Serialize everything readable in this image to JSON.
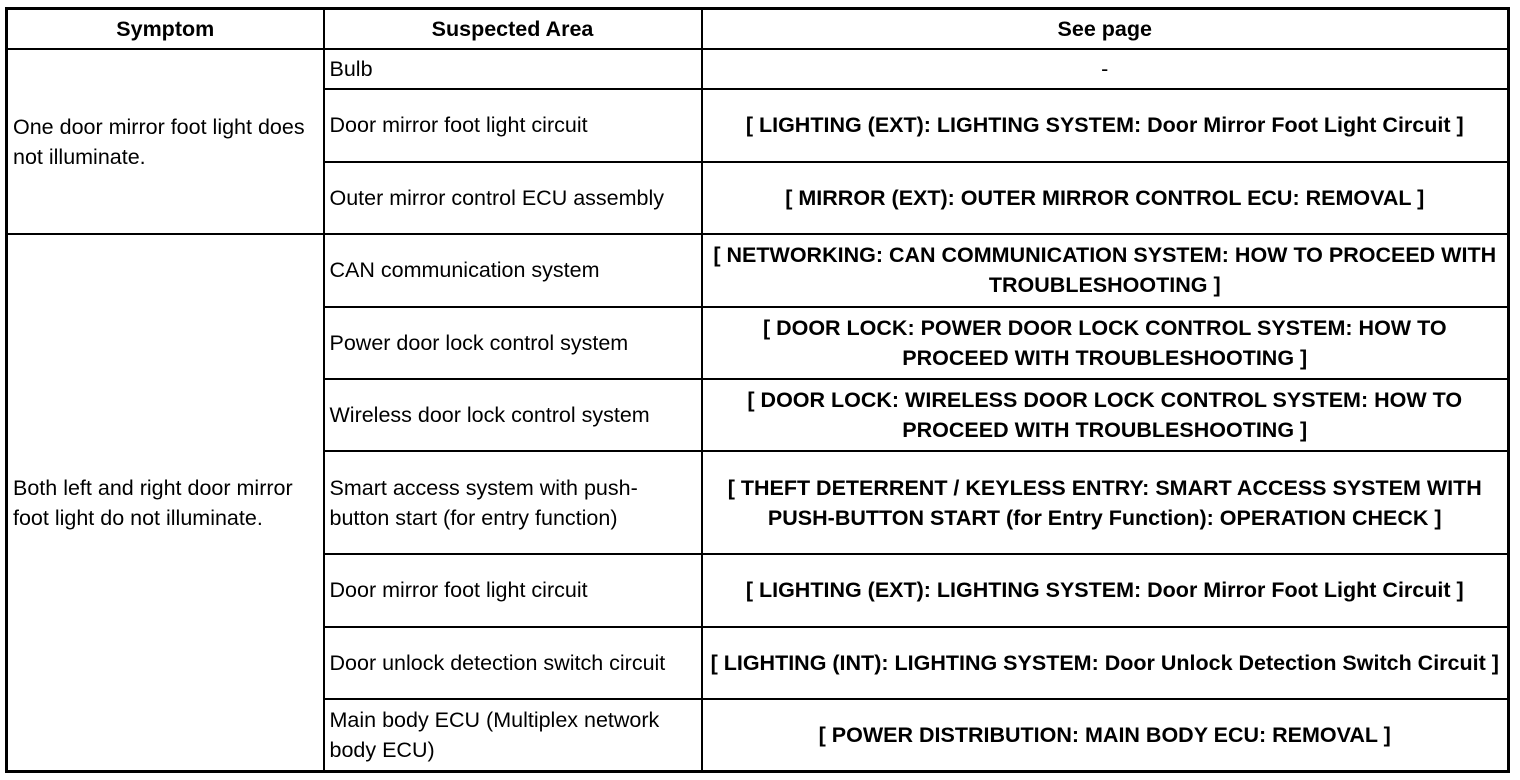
{
  "headers": {
    "symptom": "Symptom",
    "area": "Suspected Area",
    "page": "See page"
  },
  "groups": [
    {
      "symptom": "One door mirror foot light does not illuminate.",
      "rows": [
        {
          "area": "Bulb",
          "page": "-"
        },
        {
          "area": "Door mirror foot light circuit",
          "page": "[ LIGHTING (EXT): LIGHTING SYSTEM: Door Mirror Foot Light Circuit ]"
        },
        {
          "area": "Outer mirror control ECU assembly",
          "page": "[ MIRROR (EXT): OUTER MIRROR CONTROL ECU: REMOVAL ]"
        }
      ]
    },
    {
      "symptom": "Both left and right door mirror foot light do not illuminate.",
      "rows": [
        {
          "area": "CAN communication system",
          "page": "[ NETWORKING: CAN COMMUNICATION SYSTEM: HOW TO PROCEED WITH TROUBLESHOOTING ]"
        },
        {
          "area": "Power door lock control system",
          "page": "[ DOOR LOCK: POWER DOOR LOCK CONTROL SYSTEM: HOW TO PROCEED WITH TROUBLESHOOTING ]"
        },
        {
          "area": "Wireless door lock control system",
          "page": "[ DOOR LOCK: WIRELESS DOOR LOCK CONTROL SYSTEM: HOW TO PROCEED WITH TROUBLESHOOTING ]"
        },
        {
          "area": "Smart access system with push-button start (for entry function)",
          "page": "[ THEFT DETERRENT / KEYLESS ENTRY: SMART ACCESS SYSTEM WITH PUSH-BUTTON START (for Entry Function): OPERATION CHECK ]"
        },
        {
          "area": "Door mirror foot light circuit",
          "page": "[ LIGHTING (EXT): LIGHTING SYSTEM: Door Mirror Foot Light Circuit ]"
        },
        {
          "area": "Door unlock detection switch circuit",
          "page": "[ LIGHTING (INT): LIGHTING SYSTEM: Door Unlock Detection Switch Circuit ]"
        },
        {
          "area": "Main body ECU (Multiplex network body ECU)",
          "page": "[ POWER DISTRIBUTION: MAIN BODY ECU: REMOVAL ]"
        }
      ]
    }
  ]
}
